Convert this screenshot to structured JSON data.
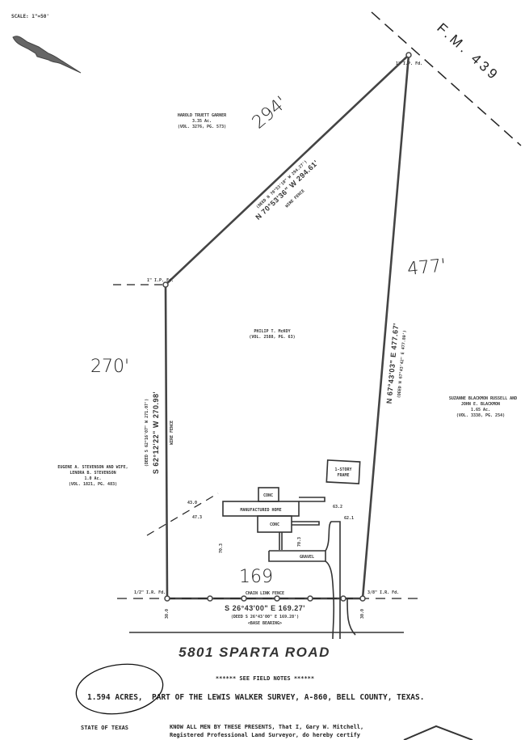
{
  "scale": "SCALE: 1\"=50'",
  "road_fm": "F.M. 439",
  "corner_labels": {
    "top_right": "1\" I.P. Fd.",
    "top_left": "1\" I.P. Fd.",
    "bottom_left": "1/2\" I.R. Fd.",
    "bottom_right": "3/8\" I.R. Fd."
  },
  "neighbors": {
    "north": [
      "HAROLD TRUETT GARNER",
      "3.35 Ac.",
      "(VOL. 3276, PG. 573)"
    ],
    "west": [
      "EUGENE A. STEVENSON AND WIFE,",
      "LENORA B. STEVENSON",
      "1.0 Ac.",
      "(VOL. 1821, PG. 483)"
    ],
    "east": [
      "SUZANNE BLACKMON RUSSELL AND",
      "JOHN E. BLACKMON",
      "1.65 Ac.",
      "(VOL. 3338, PG. 254)"
    ],
    "subject": [
      "PHILIP T. McKOY",
      "(VOL. 2588, PG. 63)"
    ]
  },
  "lines": {
    "north": {
      "bearing": "N 70°53'36\" W  294.61'",
      "deed": "(DEED N 70°53'10\" W 294.27')",
      "fence": "WIRE FENCE",
      "handwritten": "294'"
    },
    "east": {
      "bearing": "N 67°43'03\" E  477.67'",
      "deed": "(DEED N 67°43'42\" E 477.80')",
      "handwritten": "477'"
    },
    "west": {
      "bearing": "S 62°12'22\" W  270.98'",
      "deed": "(DEED S 62°16'07\" W 271.07')",
      "fence": "WIRE FENCE",
      "handwritten": "270'"
    },
    "south": {
      "bearing": "S 26°43'00\" E  169.27'",
      "deed": "(DEED S 26°43'00\" E 169.28')",
      "note": "<BASE BEARING>",
      "fence": "CHAIN LINK FENCE",
      "handwritten": "169"
    }
  },
  "structures": {
    "home": "MANUFACTURED HOME",
    "frame": [
      "1-STORY",
      "FRAME"
    ],
    "conc": "CONC",
    "gravel": "GRAVEL",
    "dims": [
      "43.0",
      "47.3",
      "63.2",
      "62.1",
      "70.3",
      "70.3",
      "30.0",
      "30.0"
    ]
  },
  "road": "5801 SPARTA ROAD",
  "field_notes": "****** SEE FIELD NOTES ******",
  "acres": "1.594 ACRES,",
  "legal": "PART OF THE LEWIS WALKER SURVEY, A-860, BELL COUNTY, TEXAS.",
  "state": "STATE OF TEXAS",
  "cert_line1": "KNOW ALL MEN BY THESE PRESENTS, That I, Gary W. Mitchell,",
  "cert_line2": "Registered Professional Land Surveyor, do hereby certify"
}
